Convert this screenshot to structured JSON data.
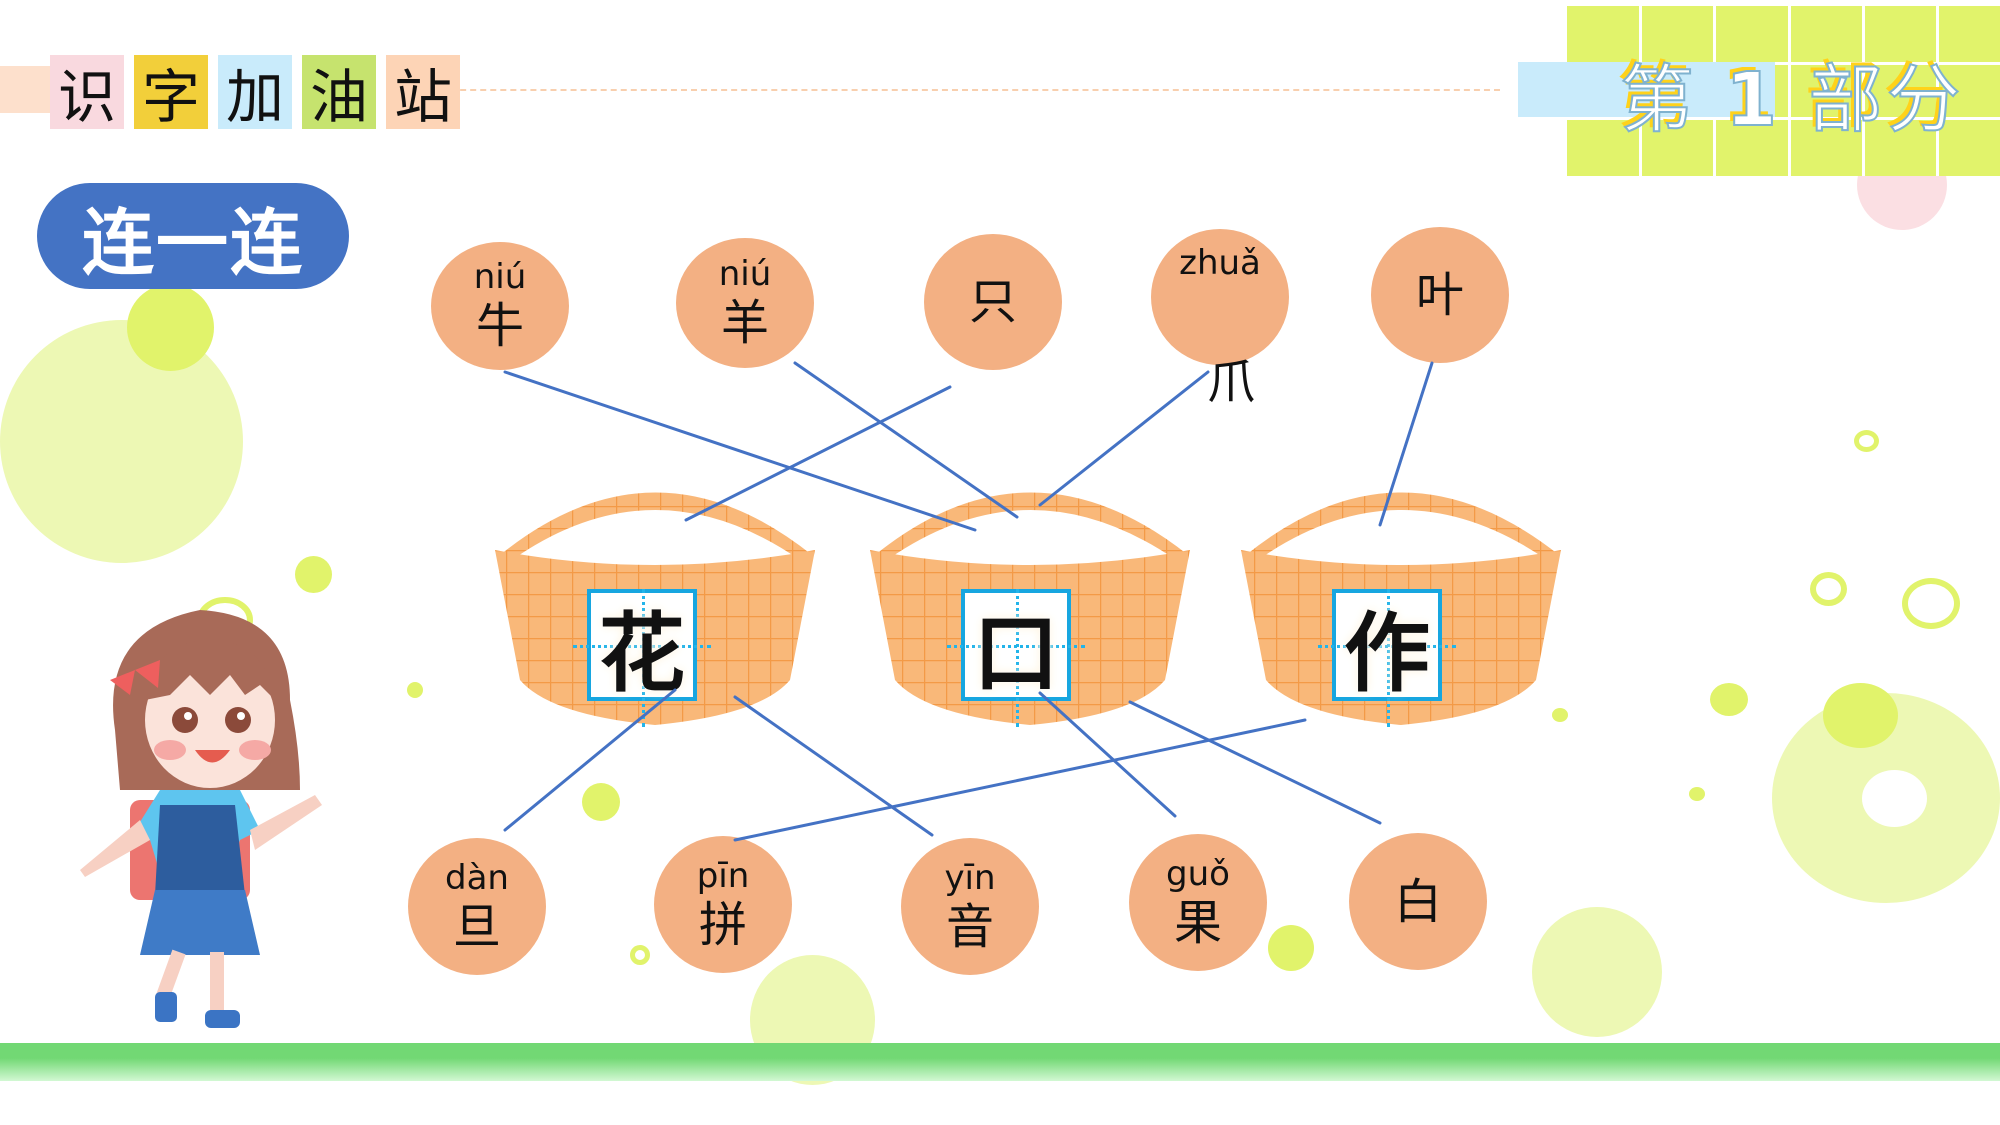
{
  "header": {
    "title_chars": [
      "识",
      "字",
      "加",
      "油",
      "站"
    ],
    "title_colors": [
      "#f9d9df",
      "#f2cf3a",
      "#c9ebfb",
      "#c6e36e",
      "#fdd4b6"
    ],
    "part": {
      "prefix": "第",
      "number": "1",
      "suffix": "部分"
    }
  },
  "activity": {
    "label": "连一连"
  },
  "colors": {
    "bubble": "#f3b083",
    "pill": "#4473c4",
    "line": "#4472c4",
    "grid": "#e1f36b",
    "tianzi_border": "#17a6e0",
    "ground": "#72d874"
  },
  "top_words": [
    {
      "pinyin": "niú",
      "hanzi": "牛"
    },
    {
      "pinyin": "niú",
      "hanzi": "羊"
    },
    {
      "pinyin": "",
      "hanzi": "只"
    },
    {
      "pinyin": "zhuǎ",
      "hanzi": "爪"
    },
    {
      "pinyin": "",
      "hanzi": "叶"
    }
  ],
  "baskets": [
    {
      "char": "花"
    },
    {
      "char": "口"
    },
    {
      "char": "作"
    }
  ],
  "bottom_words": [
    {
      "pinyin": "dàn",
      "hanzi": "旦"
    },
    {
      "pinyin": "pīn",
      "hanzi": "拼"
    },
    {
      "pinyin": "yīn",
      "hanzi": "音"
    },
    {
      "pinyin": "guǒ",
      "hanzi": "果"
    },
    {
      "pinyin": "",
      "hanzi": "白"
    }
  ],
  "connections": [
    {
      "from": "牛",
      "to": "口"
    },
    {
      "from": "羊",
      "to": "口"
    },
    {
      "from": "只",
      "to": "花"
    },
    {
      "from": "爪",
      "to": "口"
    },
    {
      "from": "叶",
      "to": "作"
    },
    {
      "from": "花",
      "to": "旦"
    },
    {
      "from": "花",
      "to": "音"
    },
    {
      "from": "口",
      "to": "果"
    },
    {
      "from": "口",
      "to": "白"
    },
    {
      "from": "作",
      "to": "拼"
    }
  ]
}
